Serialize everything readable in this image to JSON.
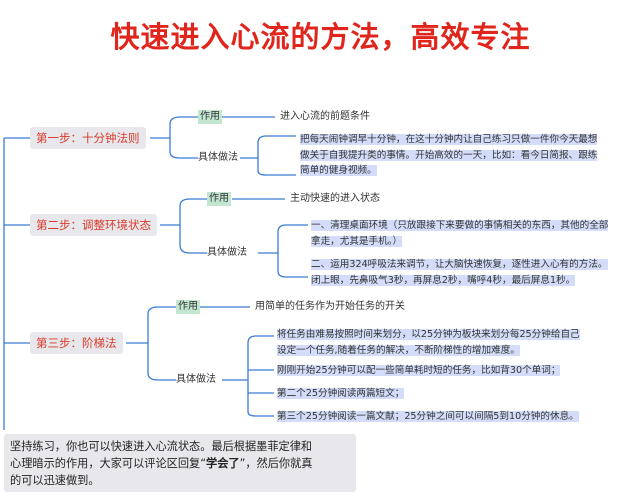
{
  "title": "快速进入心流的方法，高效专注",
  "steps": [
    {
      "label": "第一步：十分钟法则",
      "zuoyong_label": "作用",
      "zuoyong_text": "进入心流的前题条件",
      "zuofa_label": "具体做法",
      "zuofa_lines": [
        "把每天闹钟调早十分钟，在这十分钟内让自己练习只做一件你今天最想",
        "做关于自我提升类的事情。开始高效的一天，比如：看今日简报、跟练",
        "简单的健身视频。"
      ]
    },
    {
      "label": "第二步：调整环境状态",
      "zuoyong_label": "作用",
      "zuoyong_text": "主动快速的进入状态",
      "zuofa_label": "具体做法",
      "item1_lines": [
        "一、清理桌面环境（只放跟接下来要做的事情相关的东西，其他的全部",
        "拿走，尤其是手机。）"
      ],
      "item2_lines": [
        "二、运用324呼吸法来调节，让大脑快速恢复，逐性进入心有的方法。",
        "闭上眼，先鼻吸气3秒，再屏息2秒，嘴呼4秒，最后屏息1秒。"
      ]
    },
    {
      "label": "第三步：阶梯法",
      "zuoyong_label": "作用",
      "zuoyong_text": "用简单的任务作为开始任务的开关",
      "zuofa_label": "具体做法",
      "item1_lines": [
        "将任务由难易按照时间来划分，以25分钟为板块来划分每25分钟给自己",
        "设定一个任务,随着任务的解决，不断阶梯性的增加难度。"
      ],
      "item2": "刚刚开始25分钟可以配一些简单耗时短的任务，比如背30个单词；",
      "item3": "第二个25分钟阅读两篇短文；",
      "item4": "第三个25分钟阅读一篇文献；25分钟之间可以间隔5到10分钟的休息。"
    }
  ],
  "footer": {
    "line1": "坚持练习，你也可以快速进入心流状态。最后根据墨菲定律和",
    "line2_a": "心理暗示的作用，大家可以评论区回复“",
    "line2_bold": "学会了",
    "line2_b": "”，然后你就真",
    "line3": "的可以迅速做到。"
  },
  "colors": {
    "title": "#e0261c",
    "step_text": "#d83a2a",
    "step_bg": "#e8e8ec",
    "zuoyong_highlight": "#c2e6d0",
    "text_highlight": "#d3dcf9",
    "lines": "#3a7bd5"
  }
}
